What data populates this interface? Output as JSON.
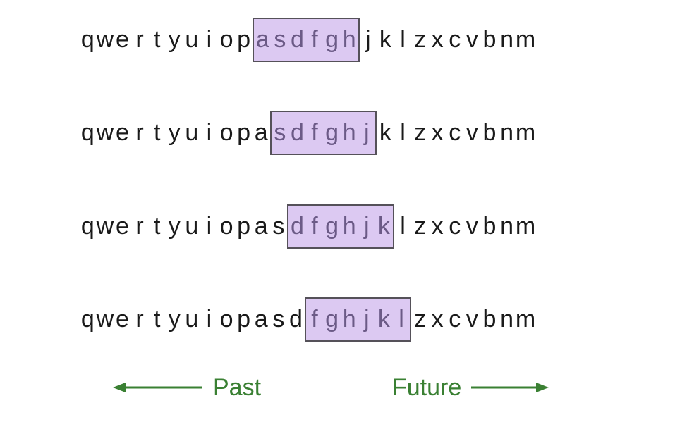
{
  "figure": {
    "type": "sliding-window-diagram",
    "background_color": "#ffffff",
    "sequence_alphabet": "qwertyuiopasdfghjklzxcvbnm",
    "window_size": 6,
    "row_count": 4,
    "highlight": {
      "fill_color": "#dcc9f2",
      "border_color": "#555159",
      "text_color": "#6b5a86"
    },
    "text_color": "#1a1a1a",
    "accent_color": "#3a8033"
  },
  "rows": [
    {
      "id": "row-1",
      "prefix": "qwertyuiop",
      "window": "asdfgh",
      "suffix": "jklzxcvbnm",
      "window_start_index": 10,
      "full_text": "qwertyuiopasdfghjklzxcvbnm"
    },
    {
      "id": "row-2",
      "prefix": "qwertyuiopa",
      "window": "sdfghj",
      "suffix": "klzxcvbnm",
      "window_start_index": 11,
      "full_text": "qwertyuiopasdfghjklzxcvbnm"
    },
    {
      "id": "row-3",
      "prefix": "qwertyuiopas",
      "window": "dfghjk",
      "suffix": "lzxcvbnm",
      "window_start_index": 12,
      "full_text": "qwertyuiopasdfghjklzxcvbnm"
    },
    {
      "id": "row-4",
      "prefix": "qwertyuiopasd",
      "window": "fghjkl",
      "suffix": "zxcvbnm",
      "window_start_index": 13,
      "full_text": "qwertyuiopasdfghjklzxcvbnm"
    }
  ],
  "legend": {
    "past": {
      "label": "Past",
      "arrow_direction": "left",
      "color": "#3a8033"
    },
    "future": {
      "label": "Future",
      "arrow_direction": "right",
      "color": "#3a8033"
    }
  }
}
